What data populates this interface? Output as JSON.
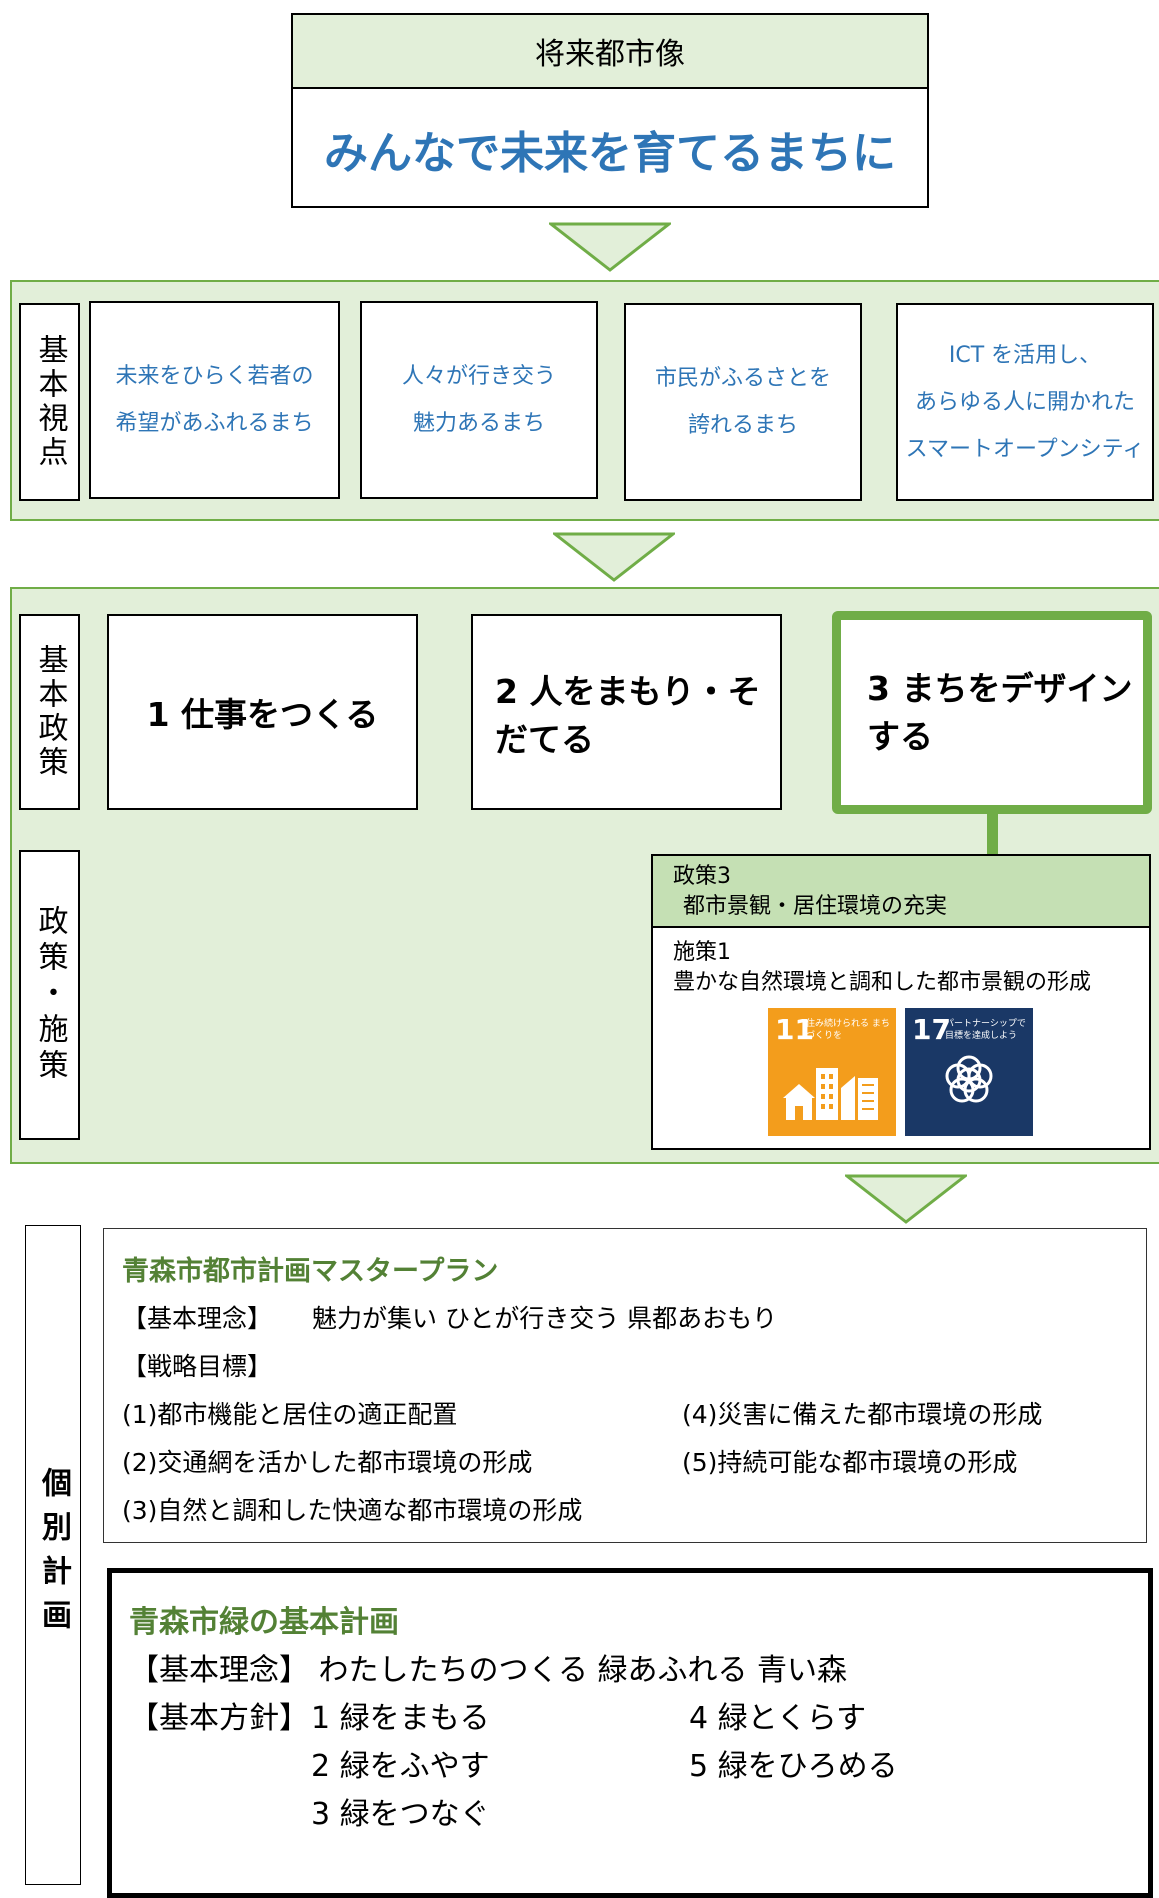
{
  "vision": {
    "header": "将来都市像",
    "title": "みんなで未来を育てるまちに"
  },
  "viewpoints": {
    "label": "基本視点",
    "items": [
      [
        "未来をひらく若者の",
        "希望があふれるまち"
      ],
      [
        "人々が行き交う",
        "魅力あるまち"
      ],
      [
        "市民がふるさとを",
        "誇れるまち"
      ],
      [
        "ICT を活用し、",
        "あらゆる人に開かれた",
        "スマートオープンシティ"
      ]
    ]
  },
  "policies": {
    "label": "基本政策",
    "items": [
      [
        "1 仕事をつくる"
      ],
      [
        "2 人をまもり・そ",
        "だてる"
      ],
      [
        "3 まちをデザイン",
        "する"
      ]
    ]
  },
  "measures": {
    "label": "政策・施策",
    "policy_header_line1": "政策3",
    "policy_header_line2": "都市景観・居住環境の充実",
    "measure_line1": "施策1",
    "measure_line2": "豊かな自然環境と調和した都市景観の形成",
    "sdg11": {
      "number": "11",
      "text": "住み続けられる まちづくりを",
      "color": "#f39d1c"
    },
    "sdg17": {
      "number": "17",
      "text": "パートナーシップで 目標を達成しよう",
      "color": "#1a3866"
    }
  },
  "individual_plans": {
    "label": "個別計画",
    "master_plan": {
      "title": "青森市都市計画マスタープラン",
      "philosophy_label": "【基本理念】",
      "philosophy": "魅力が集い ひとが行き交う 県都あおもり",
      "goals_label": "【戦略目標】",
      "goals_left": [
        "(1)都市機能と居住の適正配置",
        "(2)交通網を活かした都市環境の形成",
        "(3)自然と調和した快適な都市環境の形成"
      ],
      "goals_right": [
        "(4)災害に備えた都市環境の形成",
        "(5)持続可能な都市環境の形成"
      ]
    },
    "green_plan": {
      "title": "青森市緑の基本計画",
      "philosophy_label": "【基本理念】",
      "philosophy": "わたしたちのつくる 緑あふれる 青い森",
      "policy_label": "【基本方針】",
      "policies_left": [
        "1 緑をまもる",
        "2 緑をふやす",
        "3 緑をつなぐ"
      ],
      "policies_right": [
        "4 緑とくらす",
        "5 緑をひろめる"
      ]
    }
  },
  "colors": {
    "panel_fill": "#e2efd9",
    "panel_border": "#70ad47",
    "header_fill": "#e2efd9",
    "accent_blue": "#2e75b6",
    "accent_green": "#538135"
  }
}
